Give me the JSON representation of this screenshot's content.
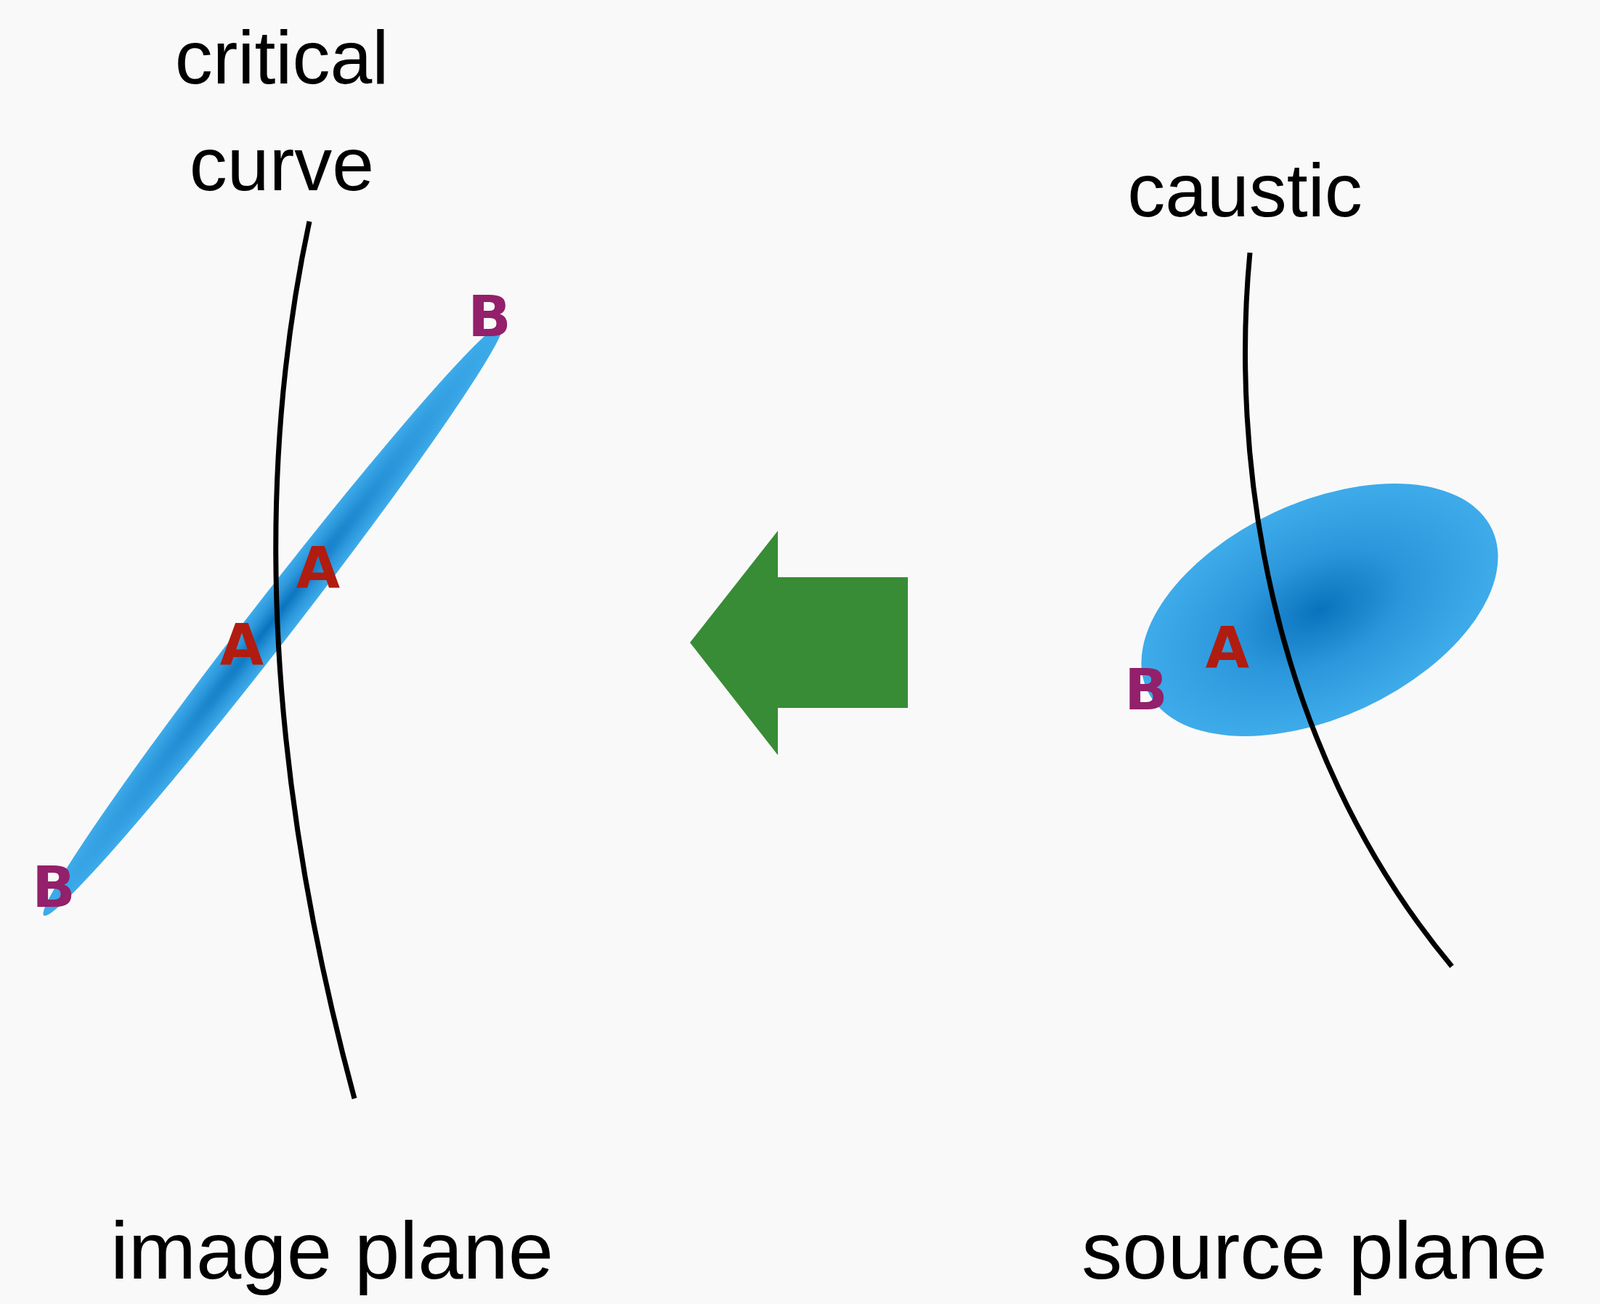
{
  "diagram": {
    "labels": [
      "critical curve",
      "caustic",
      "B",
      "A",
      "A",
      "B",
      "B",
      "A",
      "image plane",
      "source plane"
    ]
  }
}
